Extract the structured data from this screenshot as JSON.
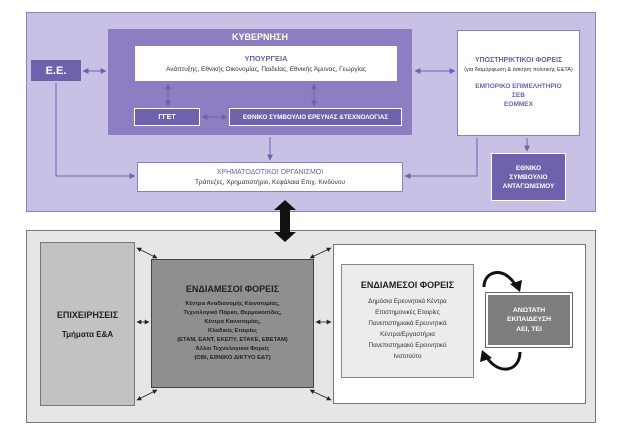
{
  "top": {
    "government": {
      "title": "ΚΥΒΕΡΝΗΣΗ",
      "ministries_title": "ΥΠΟΥΡΓΕΙΑ",
      "ministries_list": "Ανάπτυξης, Εθνικής Οικονομίας, Παιδείας, Εθνικής Άμυνας, Γεωργίας",
      "gset": "ΓΓΕΤ",
      "esyet": "ΕΘΝΙΚΟ ΣΥΜΒΟΥΛΙΟ ΕΡΕΥΝΑΣ &ΤΕΧΝΟΛΟΓΙΑΣ"
    },
    "eu": "Ε.Ε.",
    "support": {
      "title": "ΥΠΟΣΤΗΡΙΚΤΙΚΟΙ ΦΟΡΕΙΣ",
      "subtitle": "(για διαμόρφωση & άσκηση πολιτικής Ε&ΤΑ)",
      "line1": "ΕΜΠΟΡΙΚΟ ΕΠΙΜΕΛΗΤΗΡΙΟ",
      "line2": "ΣΕΒ",
      "line3": "ΕΟΜΜΕΧ"
    },
    "council": [
      "ΕΘΝΙΚΟ",
      "ΣΥΜΒΟΥΛΙΟ",
      "ΑΝΤΑΓΩΝΙΣΜΟΥ"
    ],
    "finance": {
      "title": "ΧΡΗΜΑΤΟΔΟΤΙΚΟΙ ΟΡΓΑΝΙΣΜΟΙ",
      "list": "Τράπεζες, Χρηματιστήριο, Κεφάλαια Επιχ. Κινδύνου"
    }
  },
  "bottom": {
    "firms": {
      "title": "ΕΠΙΧΕΙΡΗΣΕΙΣ",
      "subtitle": "Τμήματα Ε&Α"
    },
    "intermediaries_1": {
      "title": "ΕΝΔΙΑΜΕΣΟΙ ΦΟΡΕΙΣ",
      "lines": [
        "Κέντρα Αναδιανομής Καινοτομίας,",
        "Τεχνολογικό Πάρκο, Θερμοκοιτίδες,",
        "Κέντρα Καινοτομίας,",
        "Κλαδικές Εταιρίες",
        "(ΕΤΑΜ, ΕΑΝΤ, ΕΚΕΠΥ, ΕΤΑΚΕ, ΕΒΕΤΑΜ)",
        "Άλλοι Τεχνολογικοί Φορείς",
        "(ΟΒΙ, ΕΘΝΙΚΟ ΔΙΚΤΥΟ Ε&Τ)"
      ]
    },
    "intermediaries_2": {
      "title": "ΕΝΔΙΑΜΕΣΟΙ ΦΟΡΕΙΣ",
      "lines": [
        "Δημόσια Ερευνητικά Κέντρα",
        "Επιστημονικές Εταιρίες",
        "Πανεπιστημιακά Ερευνητικά",
        "Κέντρα/Εργαστήρια",
        "Πανεπιστημιακό Ερευνητικό",
        "Ινστιτούτο"
      ]
    },
    "university": [
      "ΑΝΩΤΑΤΗ",
      "ΕΚΠΑΙΔΕΥΣΗ",
      "ΑΕΙ, ΤΕΙ"
    ]
  }
}
